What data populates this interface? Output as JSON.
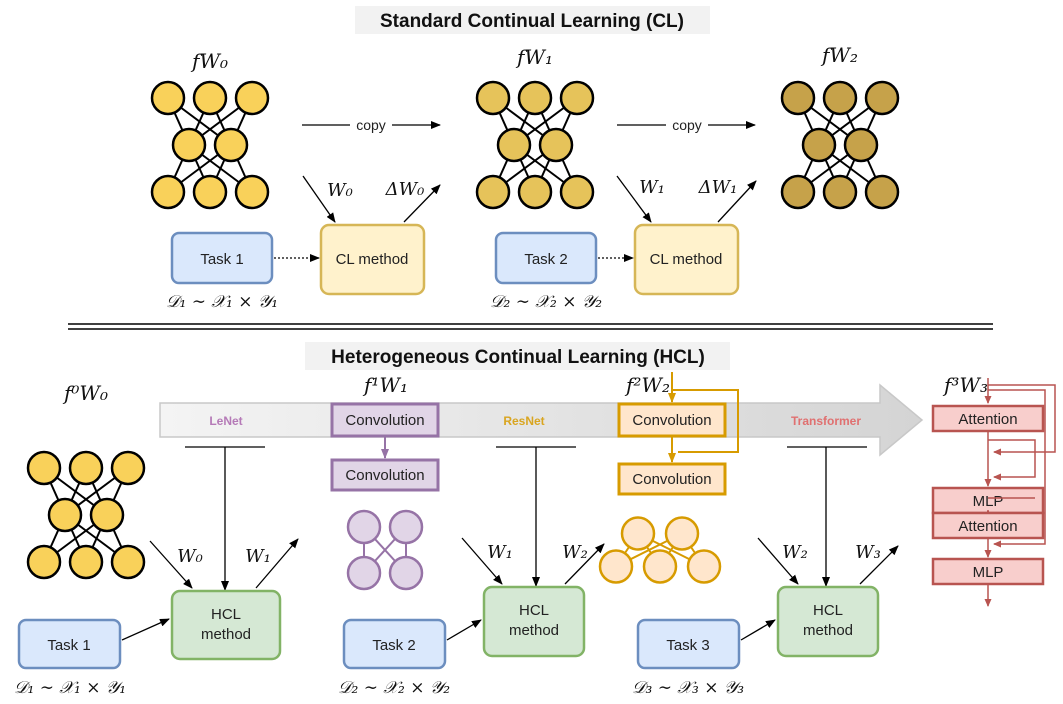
{
  "titles": {
    "top": "Standard Continual Learning (CL)",
    "bottom": "Heterogeneous Continual Learning (HCL)"
  },
  "cl": {
    "models": [
      "f_{W_0}",
      "f_{W_1}",
      "f_{W_2}"
    ],
    "model_labels": [
      "fW₀",
      "fW₁",
      "fW₂"
    ],
    "copy_label": "copy",
    "tasks": [
      "Task 1",
      "Task 2"
    ],
    "method": "CL method",
    "weights_in": [
      "W₀",
      "W₁"
    ],
    "weights_out": [
      "ΔW₀",
      "ΔW₁"
    ],
    "datasets": [
      "𝒟₁ ∼ 𝒳₁ × 𝒴₁",
      "𝒟₂ ∼ 𝒳₂ × 𝒴₂"
    ]
  },
  "hcl": {
    "model_labels": [
      "f⁰W₀",
      "f¹W₁",
      "f²W₂",
      "f³W₃"
    ],
    "arch_labels": [
      "LeNet",
      "ResNet",
      "Transformer"
    ],
    "conv_label": "Convolution",
    "attention_label": "Attention",
    "mlp_label": "MLP",
    "tasks": [
      "Task 1",
      "Task 2",
      "Task 3"
    ],
    "method_line1": "HCL",
    "method_line2": "method",
    "weights_in": [
      "W₀",
      "W₁",
      "W₂"
    ],
    "weights_out": [
      "W₁",
      "W₂",
      "W₃"
    ],
    "datasets": [
      "𝒟₁ ∼ 𝒳₁ × 𝒴₁",
      "𝒟₂ ∼ 𝒳₂ × 𝒴₂",
      "𝒟₃ ∼ 𝒳₃ × 𝒴₃"
    ]
  },
  "colors": {
    "node_0": "#f9d15a",
    "node_1": "#e6c35a",
    "node_2": "#c6a24a",
    "task_fill": "#dae8fc",
    "task_stroke": "#6c8ebf",
    "cl_fill": "#fff2cc",
    "cl_stroke": "#d6b656",
    "hcl_fill": "#d5e8d4",
    "hcl_stroke": "#82b366",
    "purple": "#9673a6",
    "purple_fill": "#e1d5e7",
    "orange": "#d79b00",
    "orange_fill": "#ffe6cc",
    "red": "#b85450",
    "red_fill": "#f8cecc",
    "lenet": "#b57ab7",
    "resnet": "#d9a520",
    "transformer": "#e07070"
  }
}
